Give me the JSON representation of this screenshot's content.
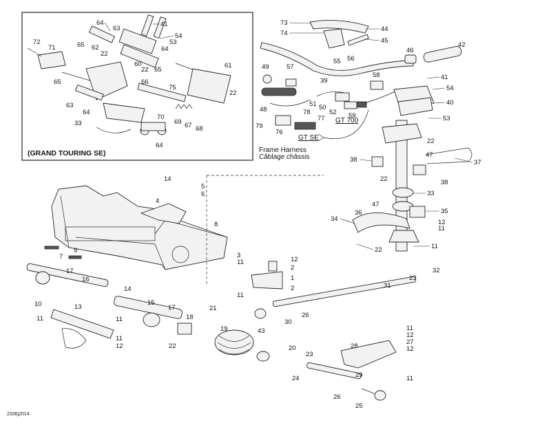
{
  "inset": {
    "title": "(GRAND TOURING SE)"
  },
  "labels": {
    "gt_se": "GT SE",
    "gt_700": "GT 700",
    "harness_en": "Frame Harness",
    "harness_fr": "Câblage châssis",
    "code": "2336j2014"
  },
  "callouts": {
    "inset": [
      "64",
      "41",
      "63",
      "54",
      "72",
      "71",
      "65",
      "62",
      "53",
      "64",
      "22",
      "60",
      "22",
      "65",
      "61",
      "65",
      "75",
      "22",
      "66",
      "63",
      "64",
      "70",
      "69",
      "67",
      "68",
      "33",
      "64"
    ],
    "top_right": [
      "73",
      "44",
      "74",
      "45",
      "42",
      "55",
      "56",
      "46",
      "39",
      "49",
      "57",
      "58",
      "41",
      "54",
      "48",
      "50",
      "52",
      "51",
      "40",
      "79",
      "78",
      "76",
      "77",
      "59",
      "53",
      "22",
      "38",
      "47",
      "37",
      "22",
      "38",
      "33",
      "47",
      "35",
      "36",
      "34",
      "12",
      "11",
      "22",
      "11",
      "32"
    ],
    "frame": [
      "14",
      "5",
      "6",
      "4",
      "8",
      "7",
      "9"
    ],
    "lower": [
      "3",
      "12",
      "11",
      "2",
      "1",
      "11",
      "2",
      "17",
      "16",
      "10",
      "13",
      "14",
      "11",
      "15",
      "17",
      "11",
      "21",
      "11",
      "19",
      "18",
      "12",
      "22",
      "43",
      "30",
      "26",
      "31",
      "23",
      "11",
      "12",
      "20",
      "23",
      "28",
      "12",
      "27",
      "24",
      "29",
      "11",
      "26",
      "25"
    ]
  },
  "colors": {
    "ink": "#222222",
    "paper": "#ffffff",
    "fill": "#f2f2f2"
  }
}
